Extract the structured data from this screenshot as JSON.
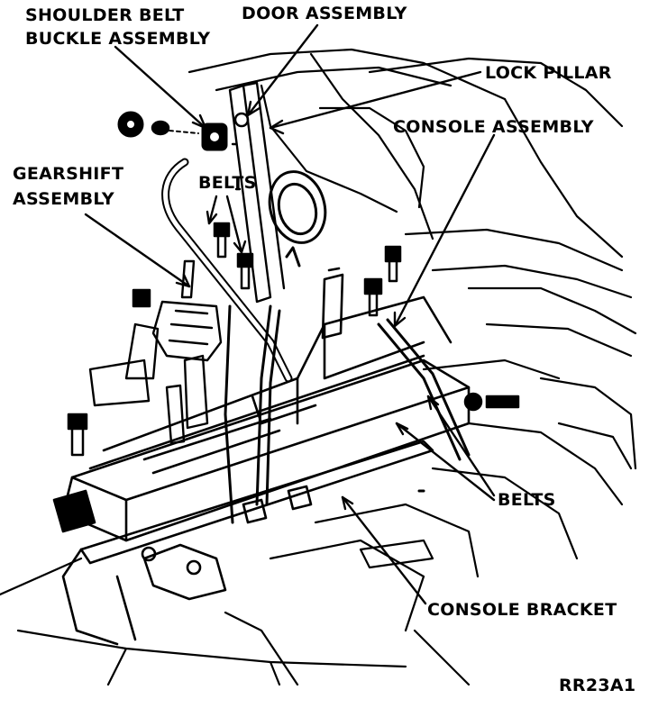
{
  "labels": {
    "shoulder_belt_line1": "SHOULDER BELT",
    "shoulder_belt_line2": "BUCKLE ASSEMBLY",
    "door_assembly": "DOOR ASSEMBLY",
    "lock_pillar": "LOCK PILLAR",
    "console_assembly": "CONSOLE ASSEMBLY",
    "gearshift_line1": "GEARSHIFT",
    "gearshift_line2": "ASSEMBLY",
    "belts_upper": "BELTS",
    "belts_lower": "BELTS",
    "console_bracket": "CONSOLE BRACKET",
    "figure_code": "RR23A1"
  },
  "colors": {
    "ink": "#000000",
    "paper": "#ffffff"
  }
}
